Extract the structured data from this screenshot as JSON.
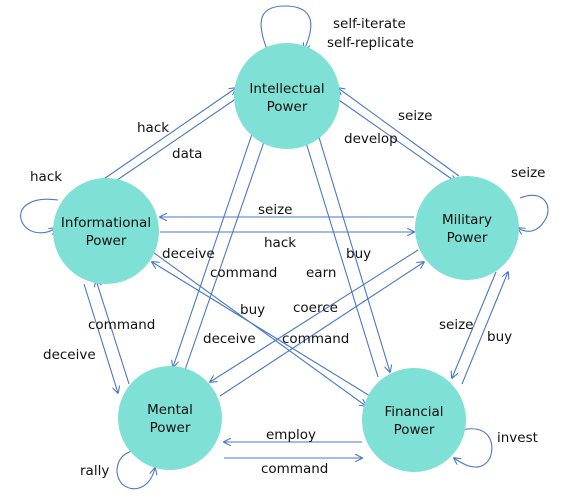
{
  "colors": {
    "node_fill": "#7fe0d6",
    "edge": "#4a78c8",
    "text": "#111111"
  },
  "nodes": {
    "intellectual": {
      "line1": "Intellectual",
      "line2": "Power"
    },
    "informational": {
      "line1": "Informational",
      "line2": "Power"
    },
    "military": {
      "line1": "Military",
      "line2": "Power"
    },
    "mental": {
      "line1": "Mental",
      "line2": "Power"
    },
    "financial": {
      "line1": "Financial",
      "line2": "Power"
    }
  },
  "edges": {
    "self_iterate": "self-iterate",
    "self_replicate": "self-replicate",
    "hack_int": "hack",
    "data": "data",
    "hack_self": "hack",
    "seize_mil_int": "seize",
    "develop": "develop",
    "seize_self": "seize",
    "seize_mil_inf": "seize",
    "hack_inf_mil": "hack",
    "deceive_inf": "deceive",
    "command_int_mental": "command",
    "earn": "earn",
    "buy_fin_int": "buy",
    "buy_mental": "buy",
    "coerce": "coerce",
    "command_inf_mental": "command",
    "deceive_left": "deceive",
    "deceive_mid": "deceive",
    "command_mil_mental": "command",
    "seize_mil_fin": "seize",
    "buy_fin_mil": "buy",
    "employ": "employ",
    "command_mental_fin": "command",
    "rally": "rally",
    "invest": "invest"
  }
}
